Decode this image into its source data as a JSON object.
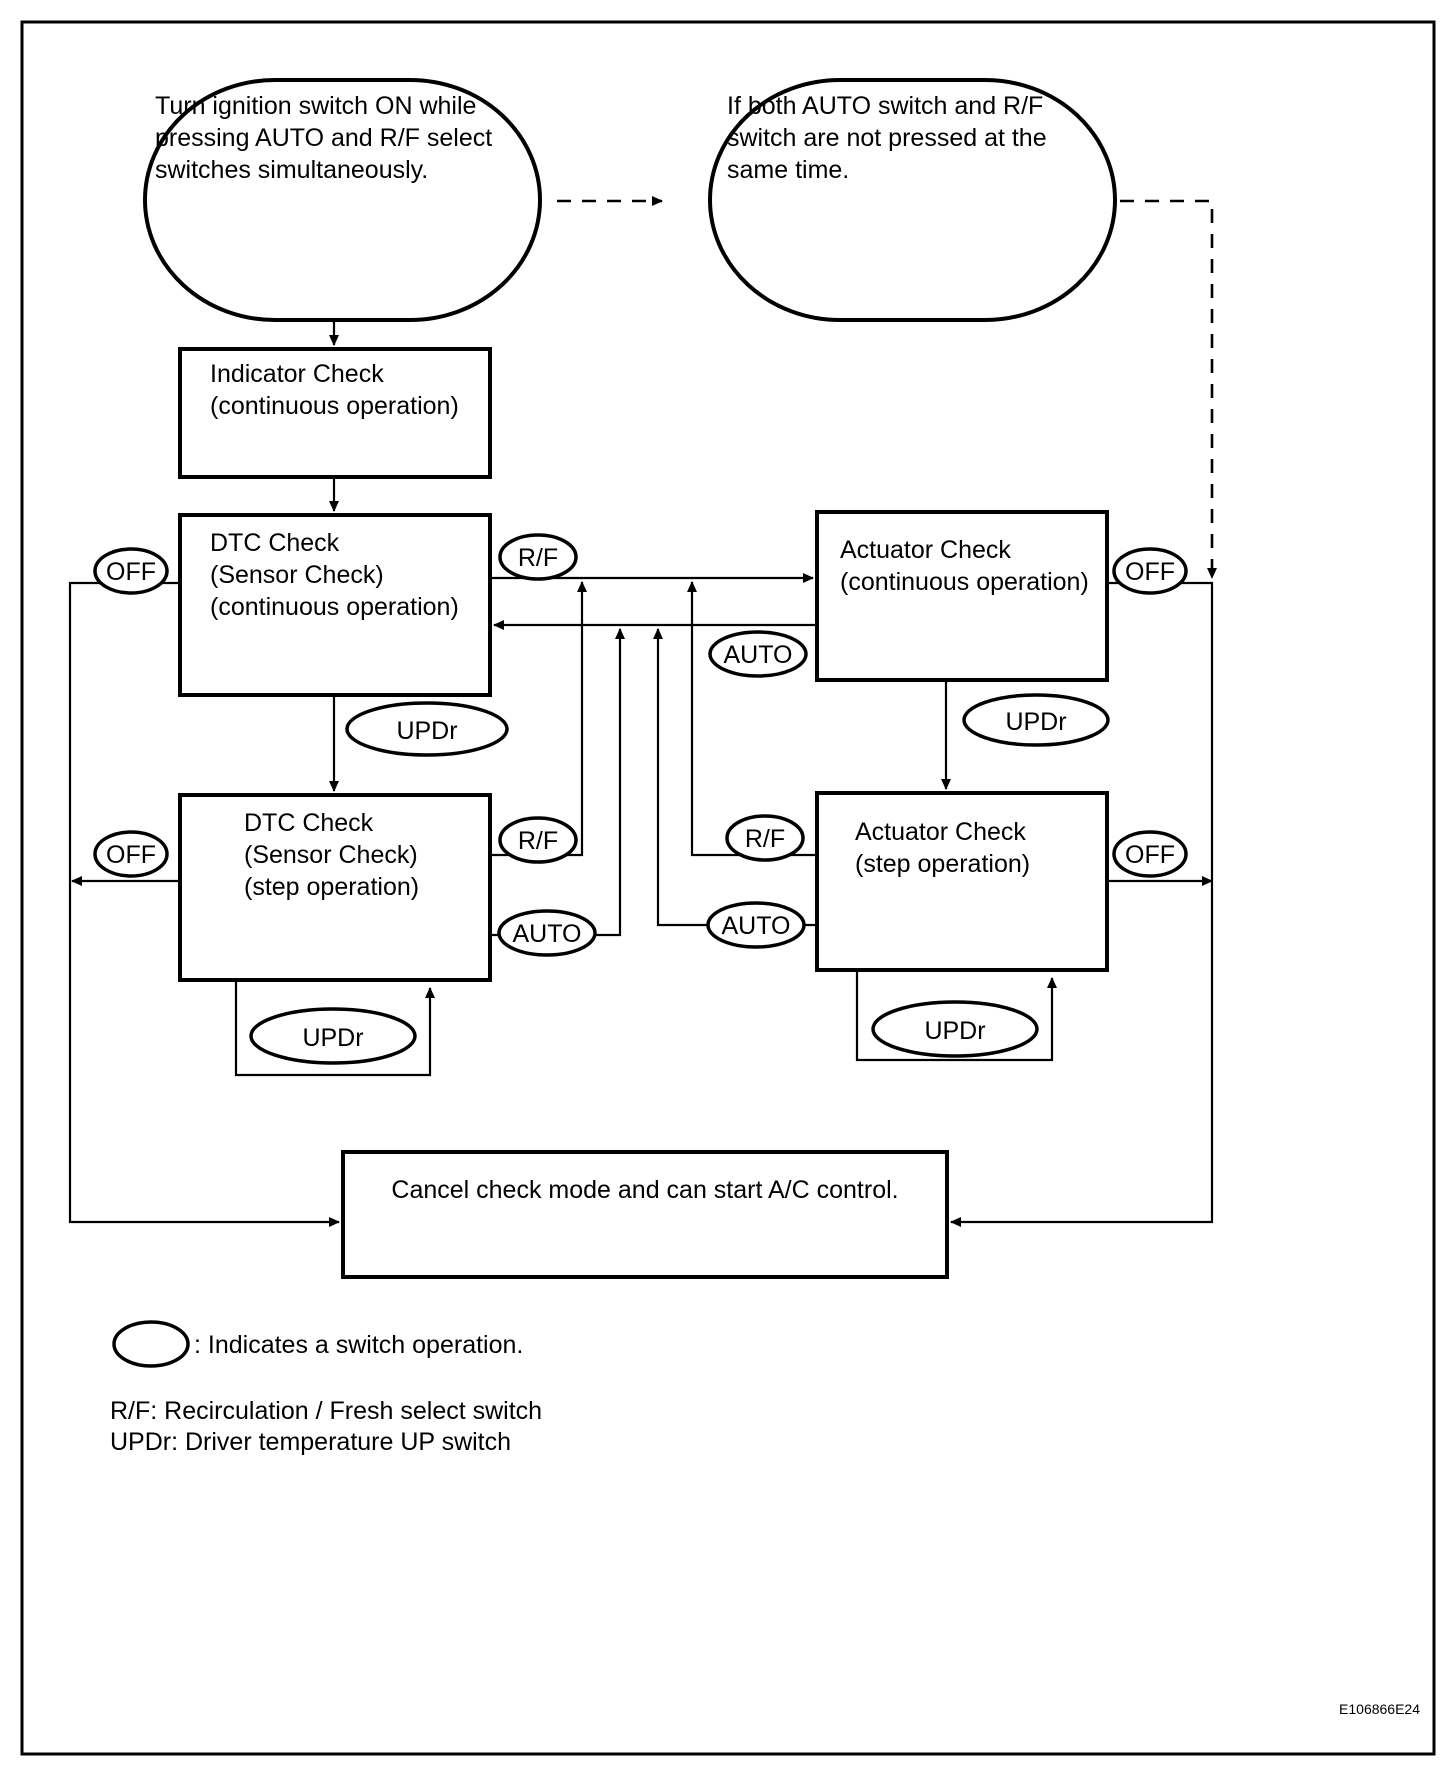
{
  "diagram": {
    "reference_code": "E106866E24",
    "terminals": [
      {
        "id": "start",
        "lines": [
          "Turn ignition switch ON while",
          "pressing AUTO and R/F select",
          "switches simultaneously."
        ]
      },
      {
        "id": "not-pressed",
        "lines": [
          "If both AUTO switch and R/F",
          "switch are not pressed at the",
          "same time."
        ]
      }
    ],
    "boxes": [
      {
        "id": "indicator-check",
        "lines": [
          "Indicator Check",
          "(continuous operation)"
        ]
      },
      {
        "id": "dtc-check-continuous",
        "lines": [
          "DTC Check",
          "(Sensor Check)",
          "(continuous operation)"
        ]
      },
      {
        "id": "actuator-check-continuous",
        "lines": [
          "Actuator Check",
          "(continuous operation)"
        ]
      },
      {
        "id": "dtc-check-step",
        "lines": [
          "DTC Check",
          "(Sensor Check)",
          "(step operation)"
        ]
      },
      {
        "id": "actuator-check-step",
        "lines": [
          "Actuator Check",
          "(step operation)"
        ]
      },
      {
        "id": "cancel-check-mode",
        "lines": [
          "Cancel check mode and can start A/C control."
        ]
      }
    ],
    "switch_labels": {
      "off": "OFF",
      "rf": "R/F",
      "auto": "AUTO",
      "updr": "UPDr"
    },
    "legend": {
      "ellipse_note": ": Indicates a switch operation.",
      "abbreviations": [
        "R/F: Recirculation / Fresh select switch",
        "UPDr: Driver temperature UP switch"
      ]
    }
  }
}
